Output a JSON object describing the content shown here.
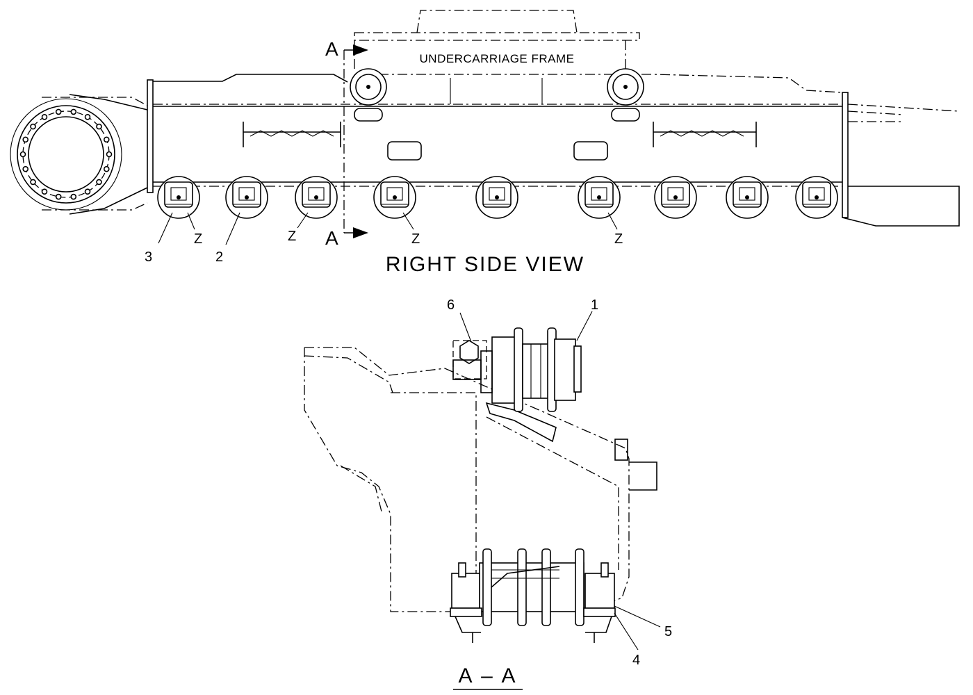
{
  "labels": {
    "frame": "UNDERCARRIAGE FRAME",
    "view": "RIGHT SIDE VIEW",
    "section_mark_top": "A",
    "section_mark_bottom": "A",
    "section_title": "A – A"
  },
  "callouts": {
    "c1": "1",
    "c2": "2",
    "c3": "3",
    "c4": "4",
    "c5": "5",
    "c6": "6",
    "z1": "Z",
    "z2": "Z",
    "z3": "Z",
    "z4": "Z"
  },
  "rollers": {
    "bottom_roller_count": 9,
    "carrier_roller_count": 2
  }
}
